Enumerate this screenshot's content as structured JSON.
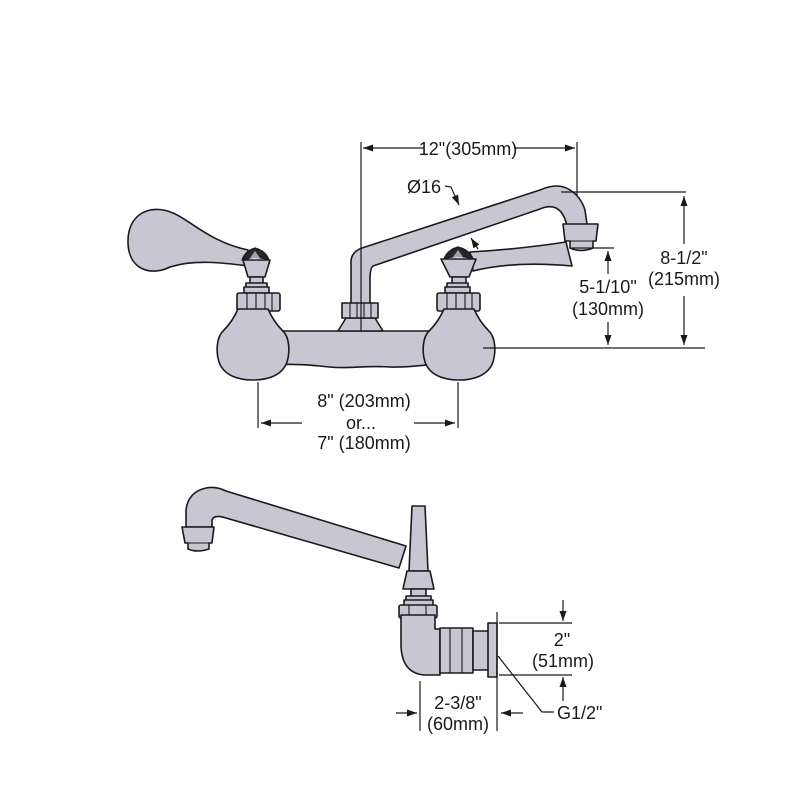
{
  "title": "wall-mount-faucet-dimension-drawing",
  "colors": {
    "page_bg": "#ffffff",
    "body_fill": "#c9c6d3",
    "outline": "#1a1a1a",
    "cap_fill": "#26262c",
    "dim_color": "#1a1a1a"
  },
  "front_view": {
    "dim_spout_reach": "12\"(305mm)",
    "spout_diameter": "Ø16",
    "dim_total_height_in": "8-1/2\"",
    "dim_total_height_mm": "(215mm)",
    "dim_outlet_height_in": "5-1/10\"",
    "dim_outlet_height_mm": "(130mm)",
    "dim_centers_line1": "8\" (203mm)",
    "dim_centers_line2": "or...",
    "dim_centers_line3": "7\" (180mm)"
  },
  "side_view": {
    "dim_flange_in": "2\"",
    "dim_flange_mm": "(51mm)",
    "dim_wall_offset_in": "2-3/8\"",
    "dim_wall_offset_mm": "(60mm)",
    "thread_label": "G1/2\""
  }
}
